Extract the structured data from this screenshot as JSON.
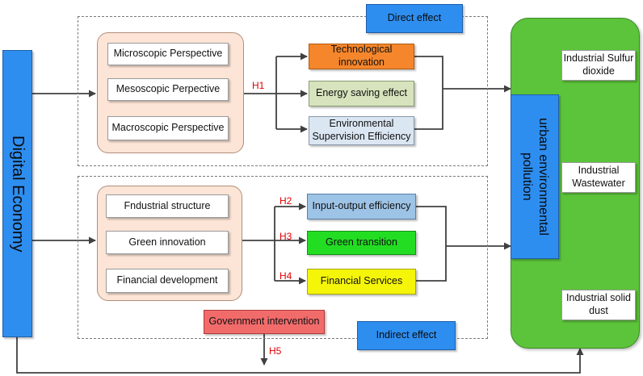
{
  "digital_economy": "Digital Economy",
  "direct_effect": "Direct effect",
  "indirect_effect": "Indirect effect",
  "urban_pollution": "urban environmental pollution",
  "perspectives": [
    "Microscopic Perspective",
    "Mesoscopic Perpective",
    "Macroscopic Perspective"
  ],
  "direct_mechanisms": [
    "Technological innovation",
    "Energy saving effect",
    "Environmental Supervision Efficiency"
  ],
  "indirect_factors": [
    "Fndustrial structure",
    "Green innovation",
    "Financial development"
  ],
  "indirect_mechanisms": [
    "Input-output efficiency",
    "Green transition",
    "Financial Services"
  ],
  "pollutants": [
    "Industrial Sulfur dioxide",
    "Industrial Wastewater",
    "Industrial solid dust"
  ],
  "government": "Government intervention",
  "hypotheses": [
    "H1",
    "H2",
    "H3",
    "H4",
    "H5"
  ],
  "colors": {
    "blue": "#2e8ef0",
    "green_panel": "#5cc43a",
    "orange": "#f5862b",
    "olive": "#d6e3bc",
    "light_blue": "#dbe6f3",
    "steel_blue": "#9dc3e6",
    "bright_green": "#22dd22",
    "yellow": "#f5f50a",
    "red": "#f26b6b",
    "peach": "#fce4d6",
    "label_red": "#e00000"
  }
}
